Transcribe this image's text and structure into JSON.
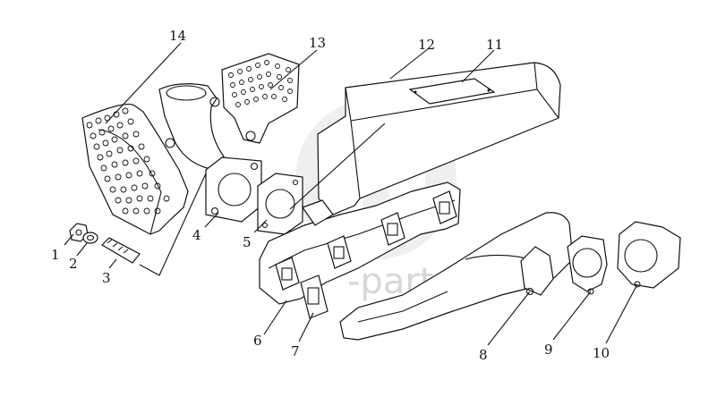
{
  "watermark": {
    "text": "-parts",
    "logo": "gd-logo"
  },
  "callouts": [
    {
      "id": "1",
      "label": "1"
    },
    {
      "id": "2",
      "label": "2"
    },
    {
      "id": "3",
      "label": "3"
    },
    {
      "id": "4",
      "label": "4"
    },
    {
      "id": "5",
      "label": "5"
    },
    {
      "id": "6",
      "label": "6"
    },
    {
      "id": "7",
      "label": "7"
    },
    {
      "id": "8",
      "label": "8"
    },
    {
      "id": "9",
      "label": "9"
    },
    {
      "id": "10",
      "label": "10"
    },
    {
      "id": "11",
      "label": "11"
    },
    {
      "id": "12",
      "label": "12"
    },
    {
      "id": "13",
      "label": "13"
    },
    {
      "id": "14",
      "label": "14"
    }
  ],
  "colors": {
    "line": "#111111",
    "background": "#ffffff",
    "watermark": "#d7d7d7"
  }
}
